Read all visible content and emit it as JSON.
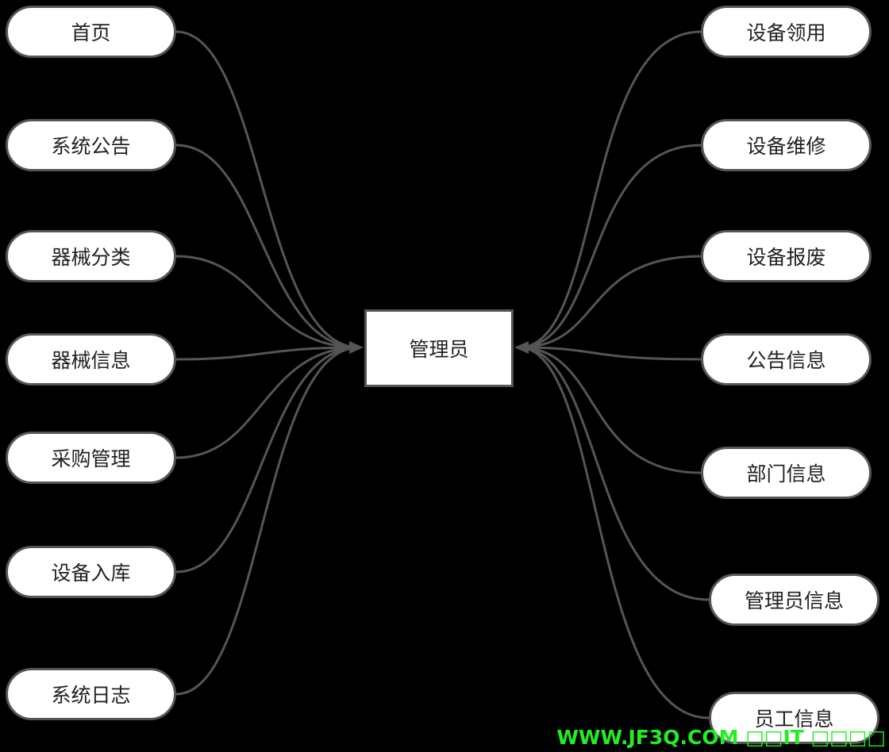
{
  "center": {
    "label": "管理员"
  },
  "left_nodes": [
    {
      "label": "首页"
    },
    {
      "label": "系统公告"
    },
    {
      "label": "器械分类"
    },
    {
      "label": "器械信息"
    },
    {
      "label": "采购管理"
    },
    {
      "label": "设备入库"
    },
    {
      "label": "系统日志"
    }
  ],
  "right_nodes": [
    {
      "label": "设备领用"
    },
    {
      "label": "设备维修"
    },
    {
      "label": "设备报废"
    },
    {
      "label": "公告信息"
    },
    {
      "label": "部门信息"
    },
    {
      "label": "管理员信息"
    },
    {
      "label": "员工信息"
    }
  ],
  "watermark": "WWW.JF3Q.COM □□IT □□□□",
  "colors": {
    "background": "#000000",
    "edge": "#555555",
    "node_fill": "#ffffff",
    "watermark": "#22ee22"
  }
}
